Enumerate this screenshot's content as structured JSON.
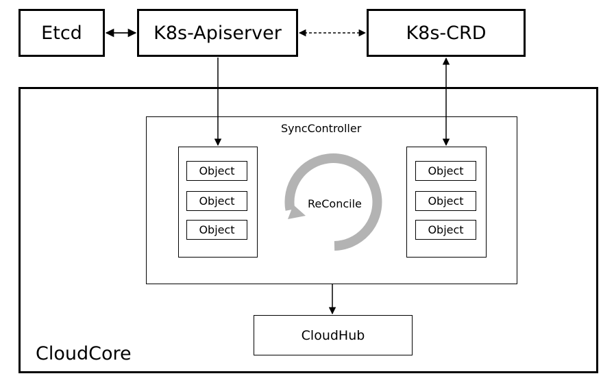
{
  "nodes": {
    "etcd": "Etcd",
    "apiserver": "K8s-Apiserver",
    "crd": "K8s-CRD",
    "cloudcore": "CloudCore",
    "sync_controller": "SyncController",
    "reconcile": "ReConcile",
    "cloudhub": "CloudHub"
  },
  "left_objects": [
    "Object",
    "Object",
    "Object"
  ],
  "right_objects": [
    "Object",
    "Object",
    "Object"
  ],
  "colors": {
    "line": "#000000",
    "reconcile_ring": "#b3b3b3"
  }
}
